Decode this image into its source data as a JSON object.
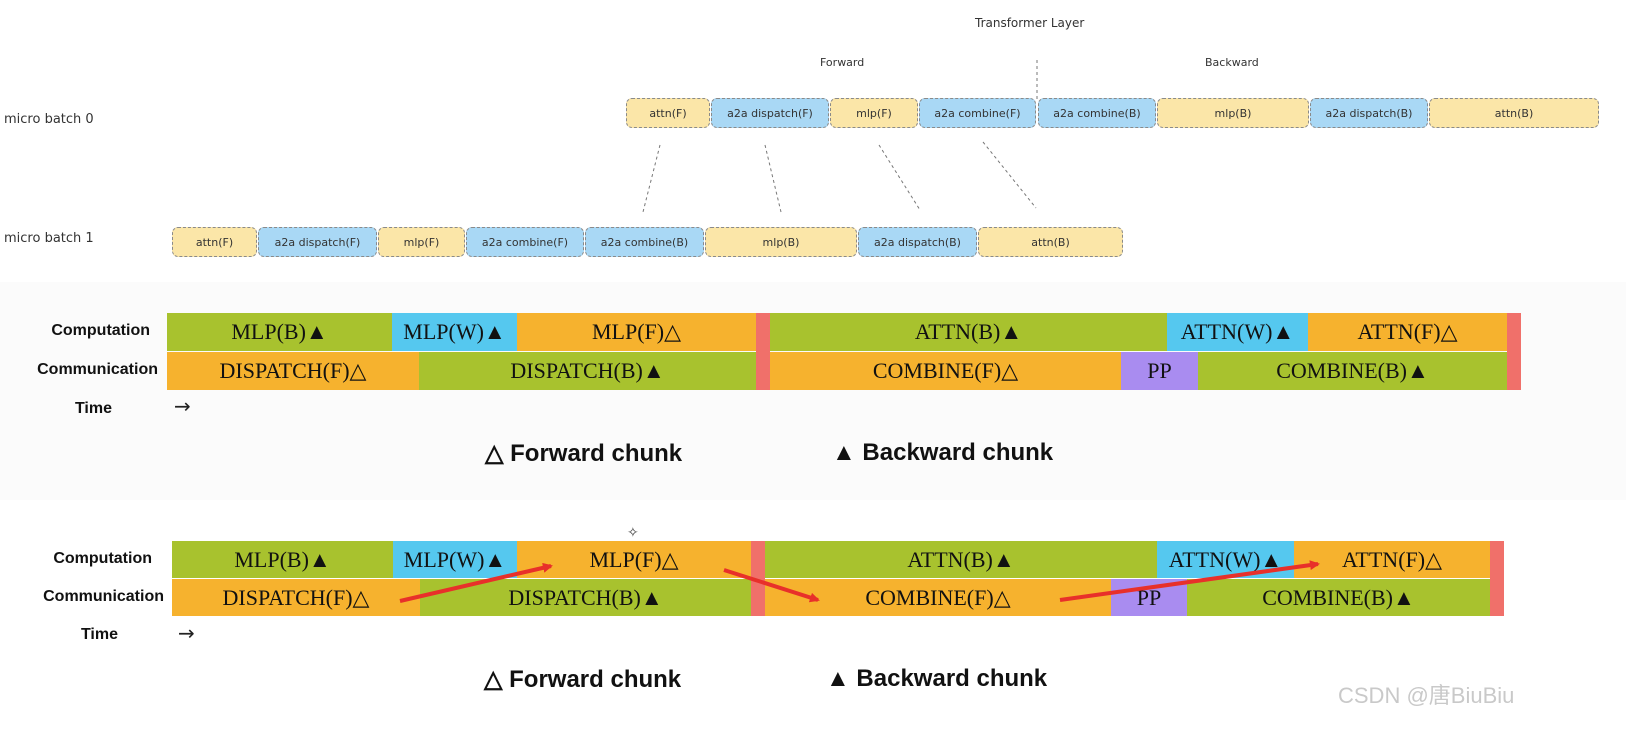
{
  "top": {
    "title": "Transformer Layer",
    "forward_label": "Forward",
    "backward_label": "Backward",
    "micro_batch_0_label": "micro batch 0",
    "micro_batch_1_label": "micro batch 1",
    "micro_batch_0_blocks": [
      "attn(F)",
      "a2a dispatch(F)",
      "mlp(F)",
      "a2a combine(F)",
      "a2a combine(B)",
      "mlp(B)",
      "a2a dispatch(B)",
      "attn(B)"
    ],
    "micro_batch_1_blocks": [
      "attn(F)",
      "a2a dispatch(F)",
      "mlp(F)",
      "a2a combine(F)",
      "a2a combine(B)",
      "mlp(B)",
      "a2a dispatch(B)",
      "attn(B)"
    ]
  },
  "schedule_1": {
    "computation_label": "Computation",
    "communication_label": "Communication",
    "time_label": "Time",
    "time_arrow": "→",
    "computation": [
      "MLP(B)▲",
      "MLP(W)▲",
      "MLP(F)△",
      "ATTN(B)▲",
      "ATTN(W)▲",
      "ATTN(F)△"
    ],
    "communication": [
      "DISPATCH(F)△",
      "DISPATCH(B)▲",
      "COMBINE(F)△",
      "PP",
      "COMBINE(B)▲"
    ],
    "legend_forward": "△ Forward chunk",
    "legend_backward": "▲ Backward chunk"
  },
  "schedule_2": {
    "computation_label": "Computation",
    "communication_label": "Communication",
    "time_label": "Time",
    "time_arrow": "→",
    "computation": [
      "MLP(B)▲",
      "MLP(W)▲",
      "MLP(F)△",
      "ATTN(B)▲",
      "ATTN(W)▲",
      "ATTN(F)△"
    ],
    "communication": [
      "DISPATCH(F)△",
      "DISPATCH(B)▲",
      "COMBINE(F)△",
      "PP",
      "COMBINE(B)▲"
    ],
    "legend_forward": "△ Forward chunk",
    "legend_backward": "▲ Backward chunk",
    "cursor_glyph": "✧"
  },
  "watermark": "CSDN @唐BiuBiu",
  "colors": {
    "green": "#a8c22e",
    "orange": "#f6b22e",
    "cyan": "#55c8ef",
    "purple": "#a98cf0",
    "red": "#f0706a",
    "arrow_red": "#e8302a"
  }
}
